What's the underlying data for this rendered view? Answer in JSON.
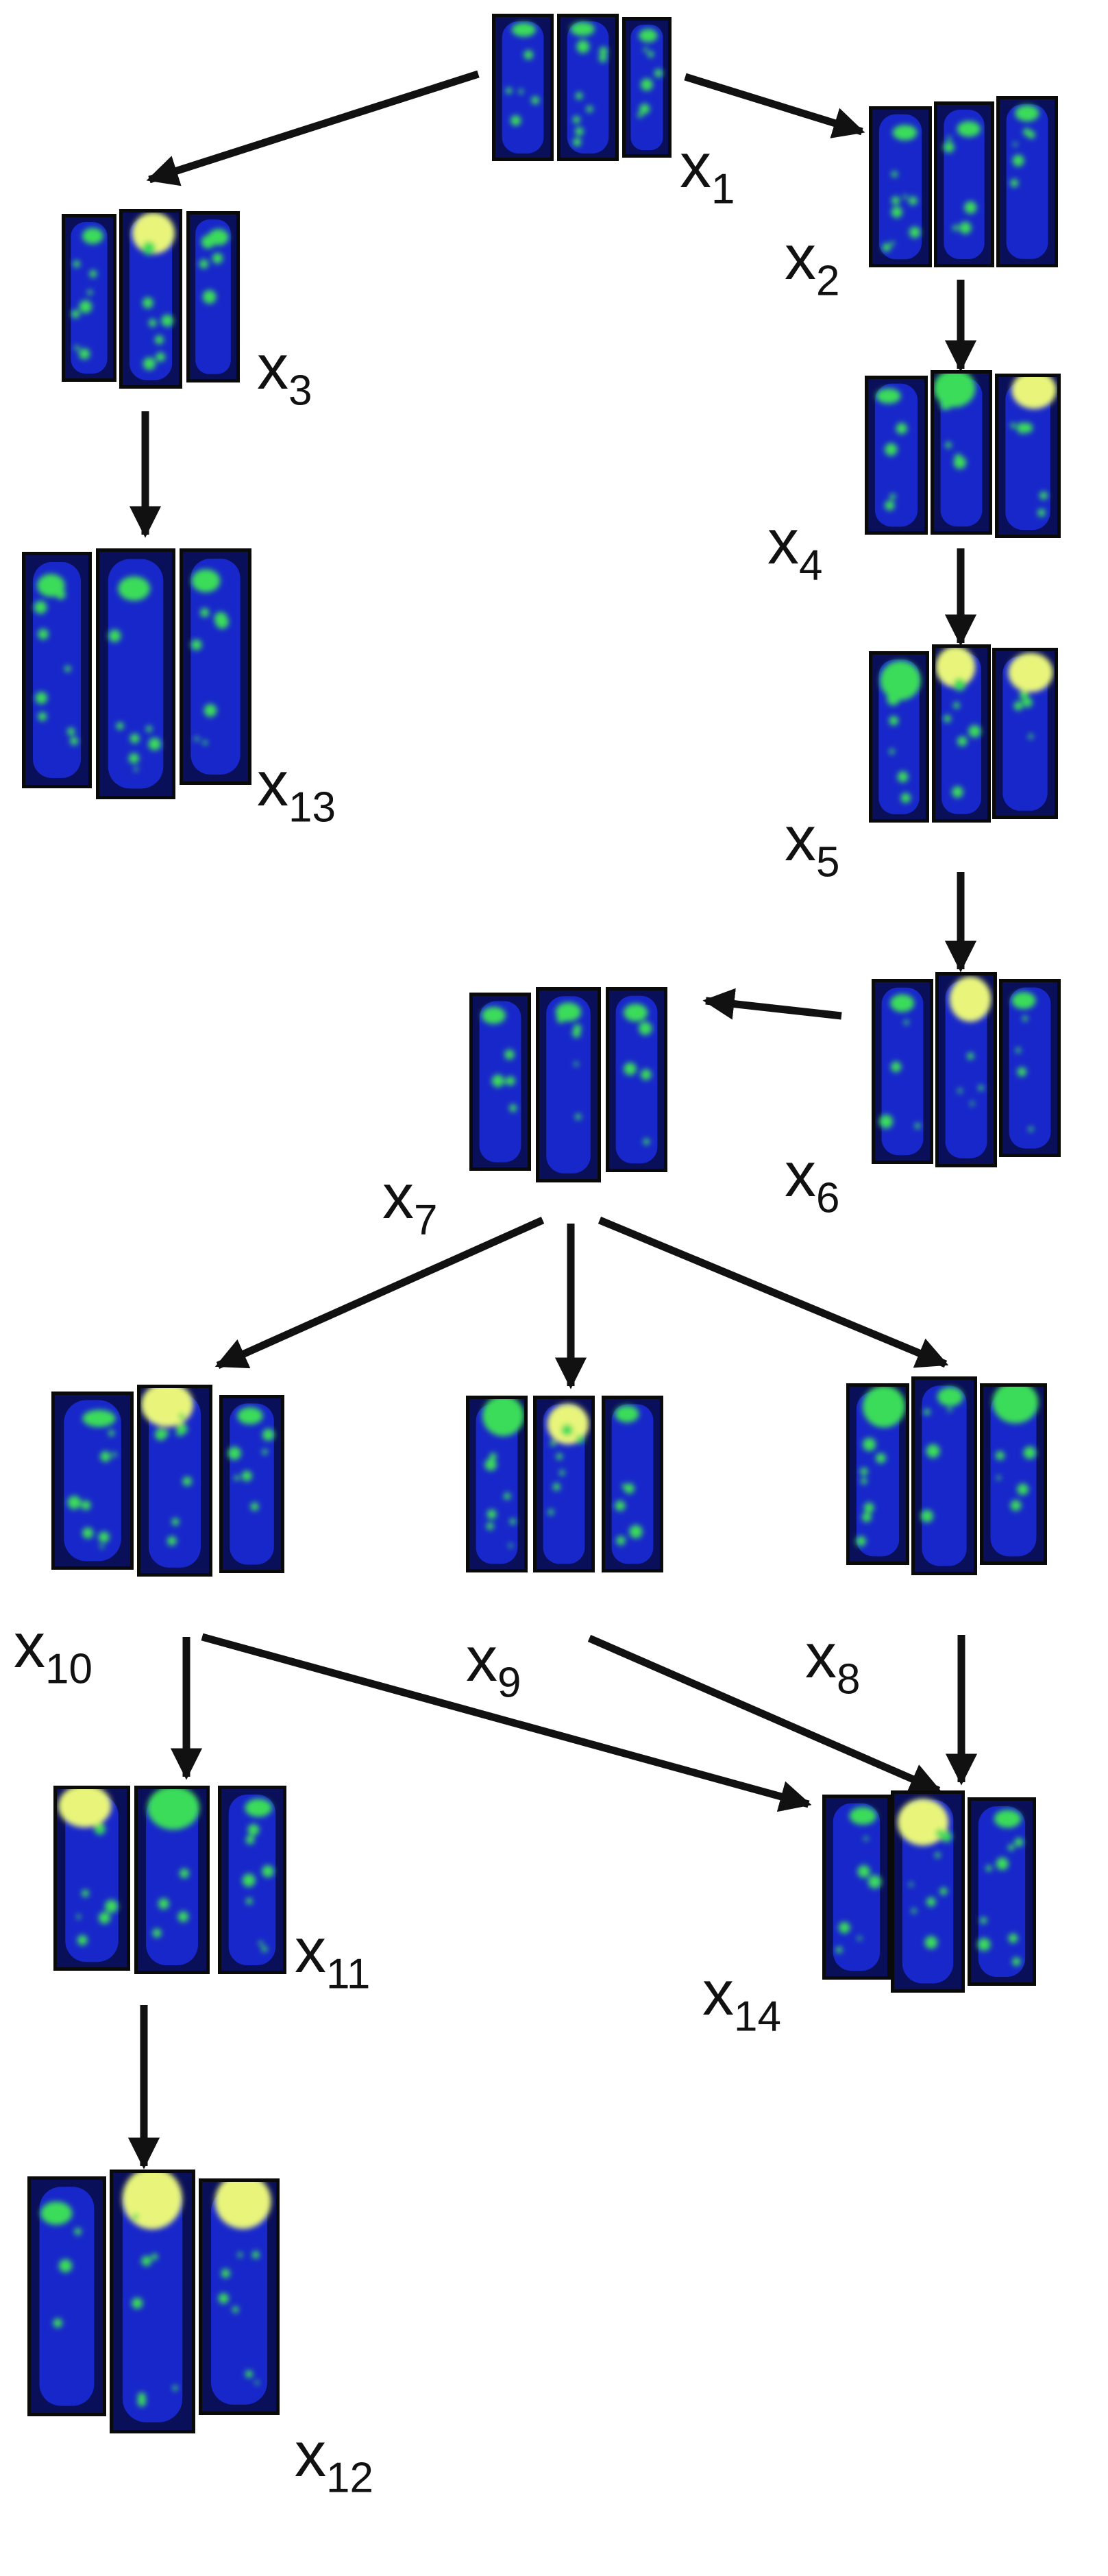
{
  "colors": {
    "background": "#ffffff",
    "arrow": "#111111",
    "chromosome": "#1a2ad6",
    "signal": "#3bdc5a",
    "signal_bright": "#e8f57a",
    "panel_border": "#0a0a0a"
  },
  "nodes": [
    {
      "id": "x1",
      "base": "x",
      "sub": "1"
    },
    {
      "id": "x2",
      "base": "x",
      "sub": "2"
    },
    {
      "id": "x3",
      "base": "x",
      "sub": "3"
    },
    {
      "id": "x4",
      "base": "x",
      "sub": "4"
    },
    {
      "id": "x5",
      "base": "x",
      "sub": "5"
    },
    {
      "id": "x6",
      "base": "x",
      "sub": "6"
    },
    {
      "id": "x7",
      "base": "x",
      "sub": "7"
    },
    {
      "id": "x8",
      "base": "x",
      "sub": "8"
    },
    {
      "id": "x9",
      "base": "x",
      "sub": "9"
    },
    {
      "id": "x10",
      "base": "x",
      "sub": "10"
    },
    {
      "id": "x11",
      "base": "x",
      "sub": "11"
    },
    {
      "id": "x12",
      "base": "x",
      "sub": "12"
    },
    {
      "id": "x13",
      "base": "x",
      "sub": "13"
    },
    {
      "id": "x14",
      "base": "x",
      "sub": "14"
    }
  ],
  "edges": [
    {
      "from": "x1",
      "to": "x3"
    },
    {
      "from": "x1",
      "to": "x2"
    },
    {
      "from": "x3",
      "to": "x13"
    },
    {
      "from": "x2",
      "to": "x4"
    },
    {
      "from": "x4",
      "to": "x5"
    },
    {
      "from": "x5",
      "to": "x6"
    },
    {
      "from": "x6",
      "to": "x7"
    },
    {
      "from": "x7",
      "to": "x10"
    },
    {
      "from": "x7",
      "to": "x9"
    },
    {
      "from": "x7",
      "to": "x8"
    },
    {
      "from": "x10",
      "to": "x11"
    },
    {
      "from": "x10",
      "to": "x14"
    },
    {
      "from": "x9",
      "to": "x14"
    },
    {
      "from": "x8",
      "to": "x14"
    },
    {
      "from": "x11",
      "to": "x12"
    }
  ]
}
